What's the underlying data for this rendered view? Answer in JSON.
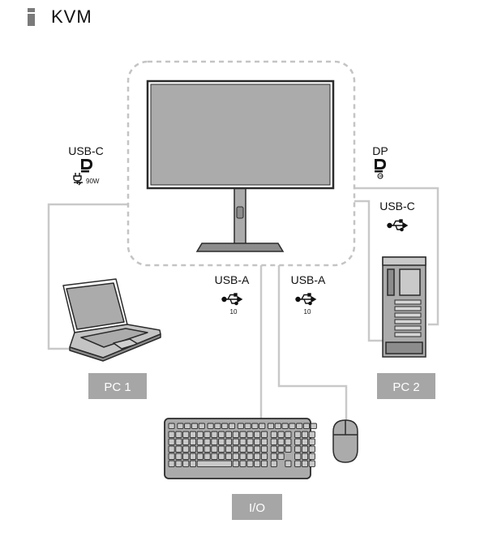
{
  "page": {
    "title": "KVM"
  },
  "labels": {
    "usb_c_left": "USB-C",
    "power_left": "90W",
    "dp_right": "DP",
    "usb_c_right": "USB-C",
    "usb_a_left": "USB-A",
    "usb_a_left_speed": "10",
    "usb_a_right": "USB-A",
    "usb_a_right_speed": "10"
  },
  "tags": {
    "pc1": "PC 1",
    "pc2": "PC 2",
    "io": "I/O"
  },
  "icons": [
    "info-icon",
    "displayport-icon",
    "power-delivery-icon",
    "usb-icon",
    "laptop-icon",
    "desktop-tower-icon",
    "keyboard-icon",
    "mouse-icon",
    "monitor-icon"
  ],
  "colors": {
    "cable": "#c9c9c9",
    "tag_bg": "#a6a6a6",
    "device_fill": "#ababab",
    "outline": "#2b2b2b",
    "dashed_border": "#c4c4c4"
  }
}
